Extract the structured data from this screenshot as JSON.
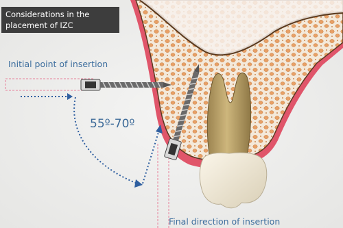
{
  "title": {
    "line1": "Considerations in the",
    "line2": "placement of IZC"
  },
  "labels": {
    "initial_point": "Initial point of insertion",
    "final_direction": "Final direction of insertion",
    "angle": "55º-70º"
  },
  "colors": {
    "title_background": "#3d3d3d",
    "label_text": "#3d6e9e",
    "gingiva": "#e0556a",
    "bone": "#f2e6d6",
    "bone_cells": "#e69a5c",
    "tooth_crown": "#f1ead6",
    "tooth_root": "#bda46a",
    "screw": "#555555"
  },
  "icons": [
    "mini-implant-screw-icon",
    "dotted-arrow-icon",
    "tooth-icon"
  ]
}
